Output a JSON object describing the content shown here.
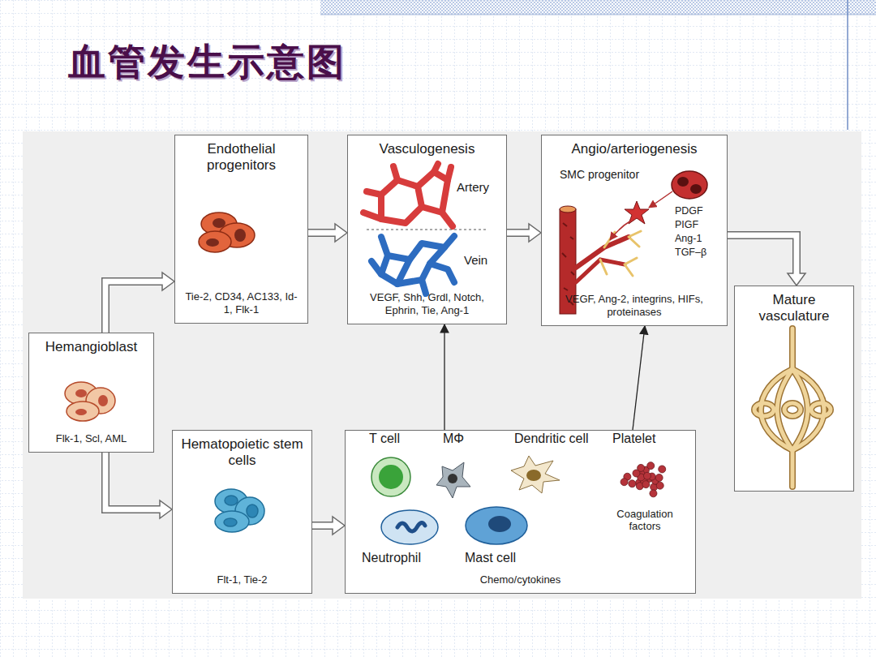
{
  "diagram": {
    "title": "血管发生示意图",
    "nodes": [
      {
        "text": [
          "Endothelial progenitors",
          "Tie-2, CD34, AC133, Id-1, Flk-1"
        ]
      },
      {
        "text": [
          "Vasculogenesis",
          "VEGF, Shh, Grdl, Notch, Ephrin, Tie, Ang-1"
        ]
      },
      {
        "text": [
          "Angio/arteriogenesis",
          "VEGF, Ang-2, integrins, HIFs, proteinases"
        ]
      },
      {
        "text": [
          "Mature vasculature"
        ]
      },
      {
        "text": [
          "Hemangioblast",
          "Flk-1, Scl, AML"
        ]
      },
      {
        "text": [
          "Hematopoietic stem cells",
          "Flt-1, Tie-2"
        ]
      },
      {
        "text": [
          "Chemo/cytokines"
        ]
      }
    ],
    "edges": [
      {
        "from": 4,
        "to": 0,
        "arrow": "to"
      },
      {
        "from": 4,
        "to": 5,
        "arrow": "to"
      },
      {
        "from": 0,
        "to": 1,
        "arrow": "to"
      },
      {
        "from": 1,
        "to": 2,
        "arrow": "to"
      },
      {
        "from": 2,
        "to": 3,
        "arrow": "to"
      },
      {
        "from": 5,
        "to": 6,
        "arrow": "to"
      },
      {
        "from": 6,
        "to": 1,
        "arrow": "to"
      },
      {
        "from": 6,
        "to": 2,
        "arrow": "to"
      }
    ],
    "labels": [
      "Artery",
      "Vein",
      "SMC progenitor",
      "PDGF",
      "PIGF",
      "Ang-1",
      "TGF–β",
      "T cell",
      "MΦ",
      "Dendritic cell",
      "Platelet",
      "Neutrophil",
      "Mast cell",
      "Coagulation factors"
    ]
  }
}
